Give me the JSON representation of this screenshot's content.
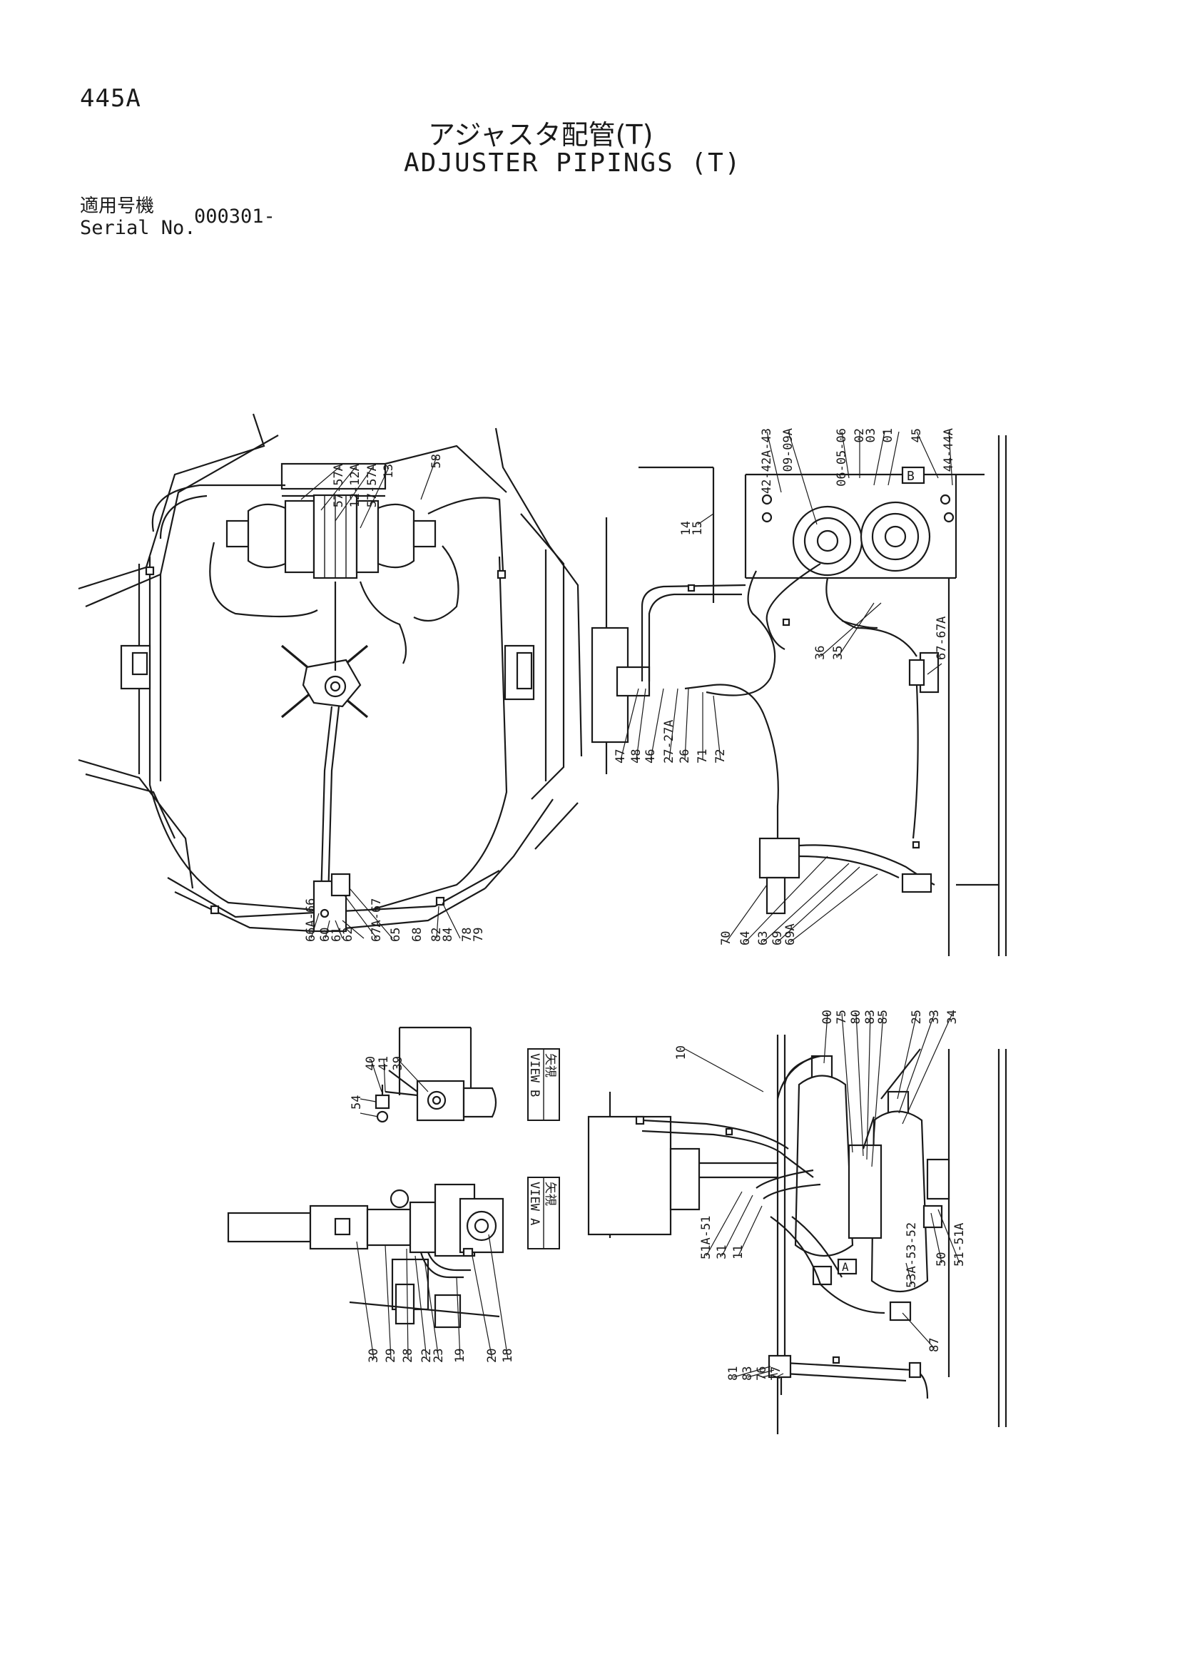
{
  "header": {
    "page_number": "445A",
    "title_jp": "アジャスタ配管(T)",
    "title_en": "ADJUSTER PIPINGS (T)",
    "serial_label_jp": "適用号機",
    "serial_label_en": "Serial No.",
    "serial_value": "000301-"
  },
  "views": {
    "view_b": {
      "jp": "矢視",
      "en": "VIEW B"
    },
    "view_a": {
      "jp": "矢視",
      "en": "VIEW A"
    },
    "marker_b": "B",
    "marker_a": "A"
  },
  "callouts": {
    "top_left": [
      "57-57A",
      "12-12A",
      "57-57A",
      "13",
      "58",
      "66A-66",
      "60",
      "61",
      "62",
      "67A-67",
      "65",
      "68",
      "82",
      "84",
      "78",
      "79"
    ],
    "top_right": [
      "42-42A-43",
      "09-09A",
      "06-05-06",
      "02",
      "03",
      "01",
      "45",
      "44-44A",
      "14",
      "15",
      "36",
      "35",
      "67-67A",
      "47",
      "48",
      "46",
      "27-27A",
      "26",
      "71",
      "72",
      "70",
      "64",
      "63",
      "69",
      "69A"
    ],
    "view_b": [
      "40",
      "41",
      "39",
      "54"
    ],
    "view_a": [
      "30",
      "29",
      "28",
      "22",
      "23",
      "19",
      "20",
      "18"
    ],
    "bottom_right": [
      "10",
      "00",
      "75",
      "80",
      "83",
      "85",
      "25",
      "33",
      "34",
      "51A-51",
      "31",
      "11",
      "50",
      "51-51A",
      "53A-53-52",
      "87",
      "81",
      "83",
      "76",
      "77"
    ]
  }
}
